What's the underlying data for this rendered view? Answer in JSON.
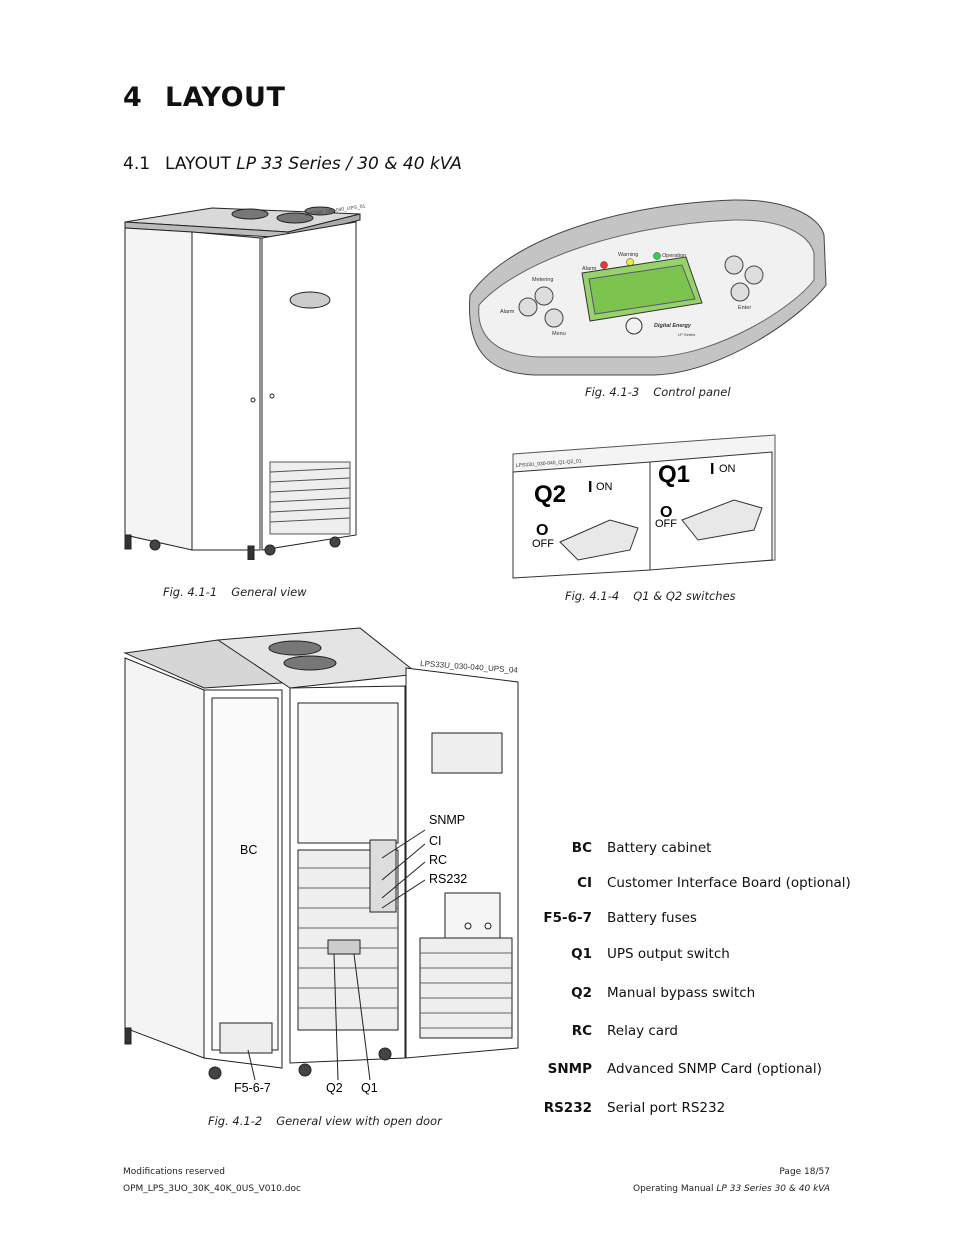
{
  "heading": {
    "number": "4",
    "title": "LAYOUT"
  },
  "subheading": {
    "number": "4.1",
    "title": "LAYOUT",
    "title_italic": "LP 33 Series / 30 & 40 kVA"
  },
  "figures": {
    "general_view": {
      "number": "Fig. 4.1-1",
      "caption": "General view",
      "ref": "LPS33U_030-040_UPS_01"
    },
    "open_door": {
      "number": "Fig. 4.1-2",
      "caption": "General view with open door",
      "ref": "LPS33U_030-040_UPS_04"
    },
    "control_panel": {
      "number": "Fig. 4.1-3",
      "caption": "Control panel",
      "labels": {
        "alarm_led": "Alarm",
        "warning_led": "Warning",
        "operation_led": "Operation",
        "metering": "Metering",
        "alarm_btn": "Alarm",
        "menu": "Menu",
        "enter": "Enter",
        "brand": "Digital Energy",
        "series": "LP Series"
      }
    },
    "switches": {
      "number": "Fig. 4.1-4",
      "caption": "Q1 & Q2 switches",
      "ref": "LPS33U_030-040_Q1-Q2_01",
      "q2": {
        "name": "Q2",
        "on_symbol": "I",
        "on": "ON",
        "off_symbol": "O",
        "off": "OFF"
      },
      "q1": {
        "name": "Q1",
        "on_symbol": "I",
        "on": "ON",
        "off_symbol": "O",
        "off": "OFF"
      }
    }
  },
  "callouts": {
    "snmp": "SNMP",
    "ci": "CI",
    "rc": "RC",
    "rs232": "RS232",
    "bc": "BC",
    "f5": "F5-6-7",
    "q2": "Q2",
    "q1": "Q1"
  },
  "legend": [
    {
      "key": "BC",
      "value": "Battery cabinet"
    },
    {
      "key": "CI",
      "value": "Customer Interface Board (optional)"
    },
    {
      "key": "F5-6-7",
      "value": "Battery fuses"
    },
    {
      "key": "Q1",
      "value": "UPS output switch"
    },
    {
      "key": "Q2",
      "value": "Manual bypass switch"
    },
    {
      "key": "RC",
      "value": "Relay card"
    },
    {
      "key": "SNMP",
      "value": "Advanced SNMP Card (optional)"
    },
    {
      "key": "RS232",
      "value": "Serial port RS232"
    }
  ],
  "footer": {
    "left_line1": "Modifications reserved",
    "left_line2": "OPM_LPS_3UO_30K_40K_0US_V010.doc",
    "right_line1": "Page 18/57",
    "right_line2_prefix": "Operating Manual",
    "right_line2_italic": "LP 33 Series 30 & 40 kVA"
  }
}
